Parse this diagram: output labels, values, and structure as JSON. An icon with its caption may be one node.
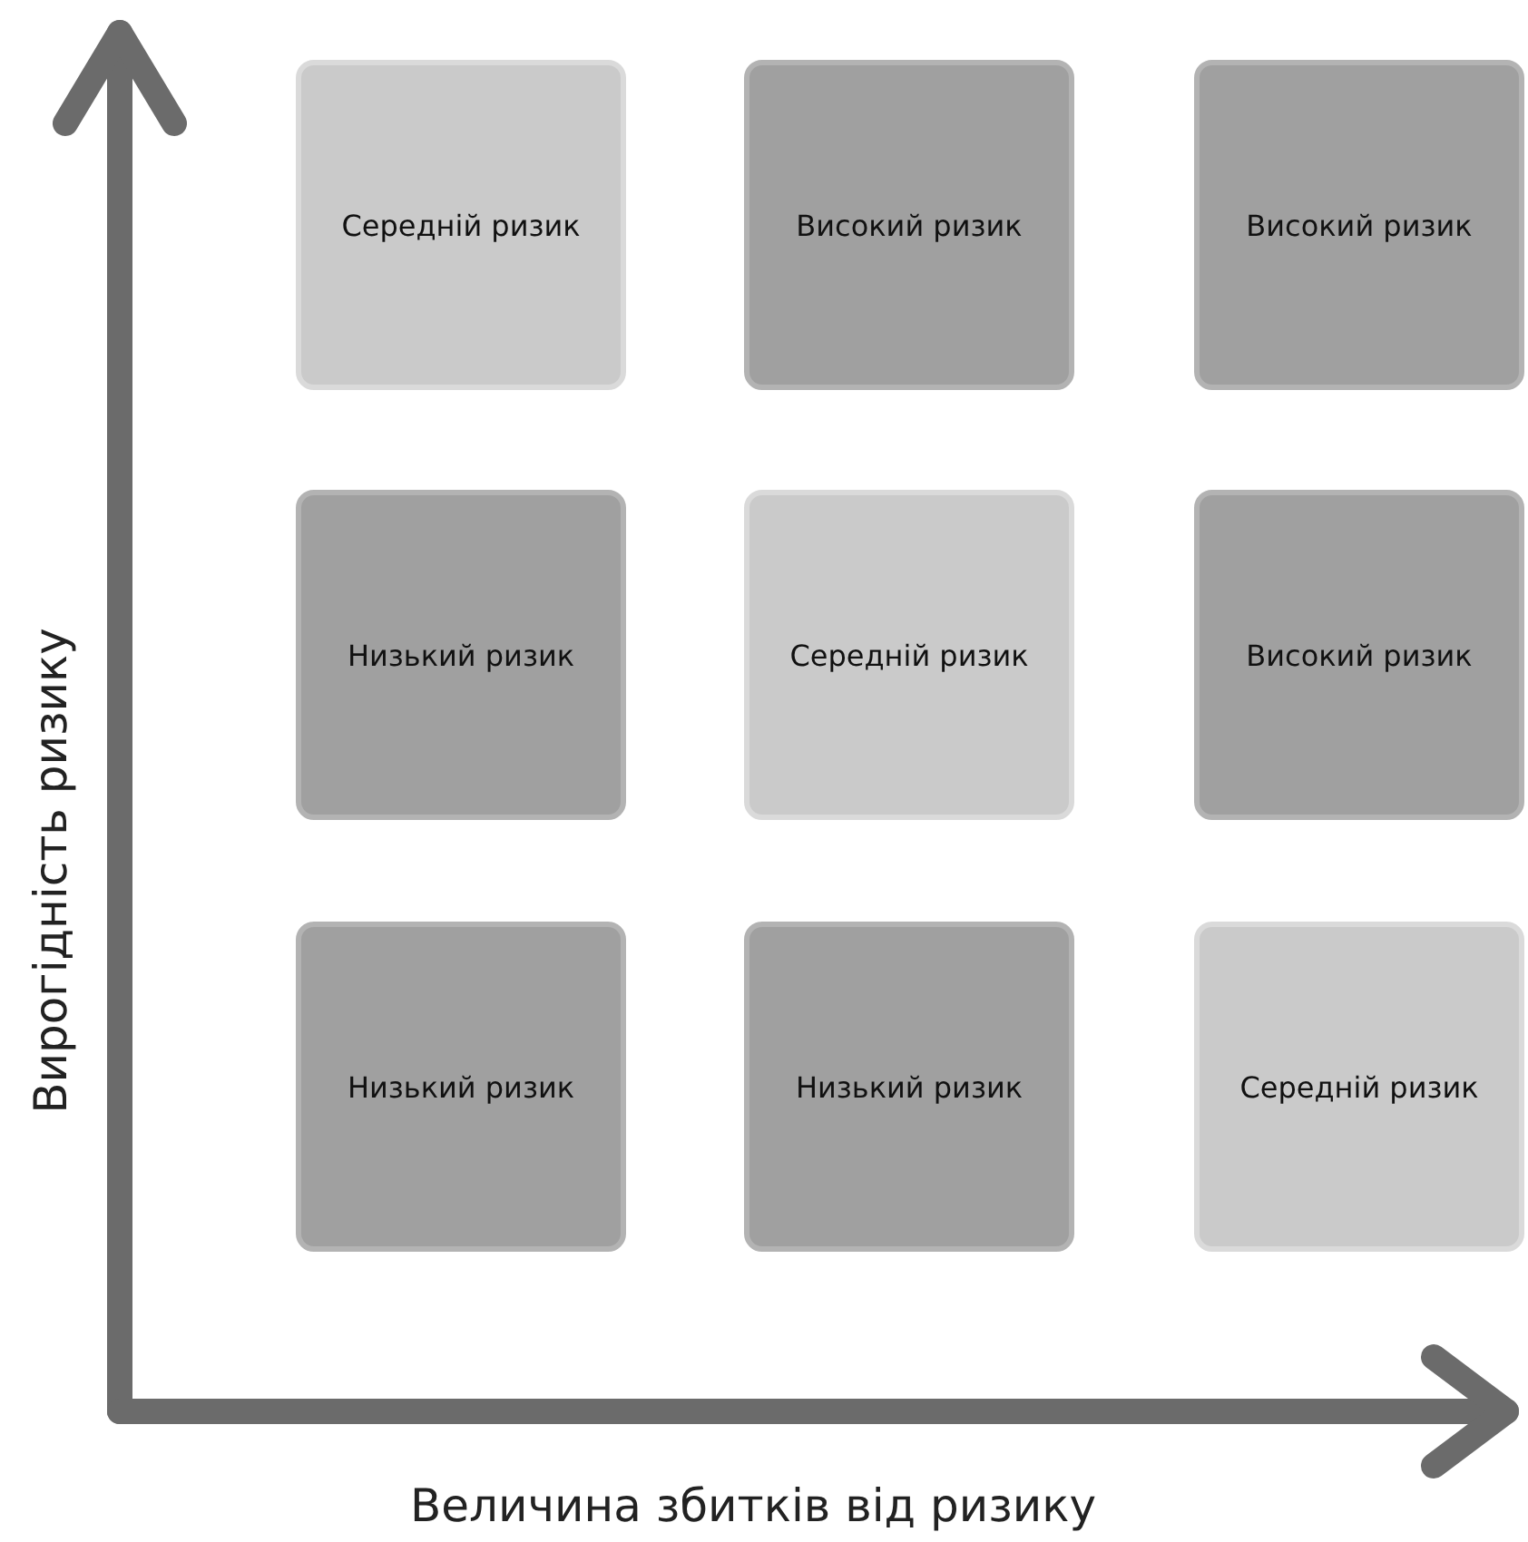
{
  "diagram": {
    "nodes": [
      {
        "text": [
          "Середній ризик"
        ]
      },
      {
        "text": [
          "Високий ризик"
        ]
      },
      {
        "text": [
          "Високий ризик"
        ]
      },
      {
        "text": [
          "Низький ризик"
        ]
      },
      {
        "text": [
          "Середній ризик"
        ]
      },
      {
        "text": [
          "Високий ризик"
        ]
      },
      {
        "text": [
          "Низький ризик"
        ]
      },
      {
        "text": [
          "Низький ризик"
        ]
      },
      {
        "text": [
          "Середній ризик"
        ]
      }
    ],
    "edges": [],
    "labels": [
      "Вирогідність ризику",
      "Величина збитків від ризику"
    ]
  }
}
